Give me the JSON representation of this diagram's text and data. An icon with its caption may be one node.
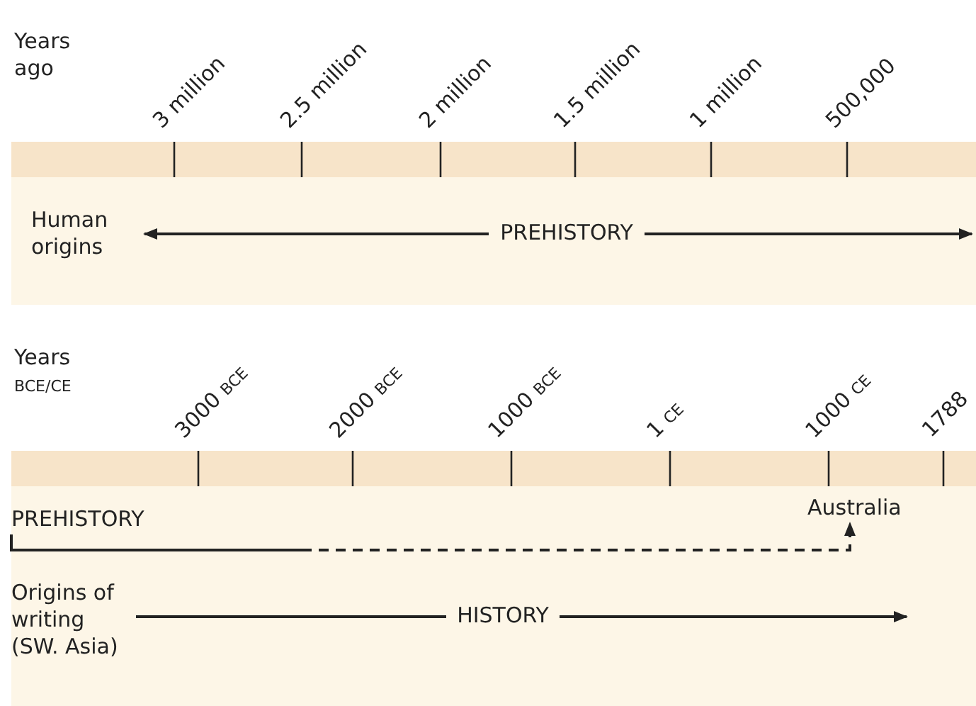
{
  "diagram": {
    "nodes": [
      {
        "text": [
          "Human origins"
        ]
      },
      {
        "text": [
          "PREHISTORY"
        ]
      },
      {
        "text": [
          "Australia"
        ]
      },
      {
        "text": [
          "Origins of writing (SW. Asia)"
        ]
      }
    ],
    "edges": [
      {
        "from": null,
        "to": 0,
        "arrow": "both",
        "label": "PREHISTORY"
      },
      {
        "from": 1,
        "to": null,
        "arrow": "none"
      },
      {
        "from": null,
        "to": 2,
        "arrow": "to",
        "style": "dashed"
      },
      {
        "from": 3,
        "to": null,
        "arrow": "to",
        "label": "HISTORY"
      }
    ],
    "labels": [
      "Years ago",
      "3 million",
      "2.5 million",
      "2 million",
      "1.5 million",
      "1 million",
      "500,000",
      "Years BCE/CE",
      "3000 BCE",
      "2000 BCE",
      "1000 BCE",
      "1 CE",
      "1000 CE",
      "1788"
    ]
  }
}
